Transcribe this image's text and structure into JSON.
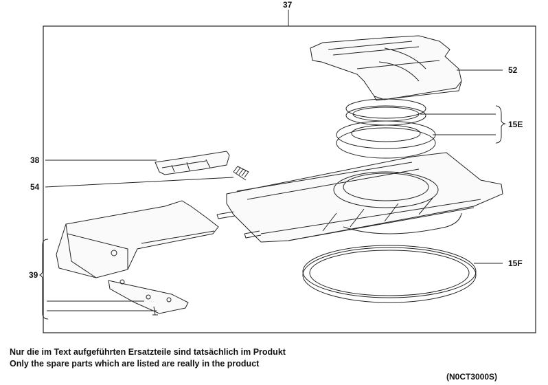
{
  "diagram": {
    "callouts": {
      "assembly": "37",
      "cover": "52",
      "seal_group": "15E",
      "latch": "38",
      "spring": "54",
      "handle_group": "39",
      "gasket": "15F"
    },
    "footer": {
      "note_de": "Nur die im Text aufgeführten Ersatzteile sind tatsächlich im Produkt",
      "note_en": "Only the spare parts which are listed are really in the product",
      "drawing_code": "(N0CT3000S)"
    }
  }
}
